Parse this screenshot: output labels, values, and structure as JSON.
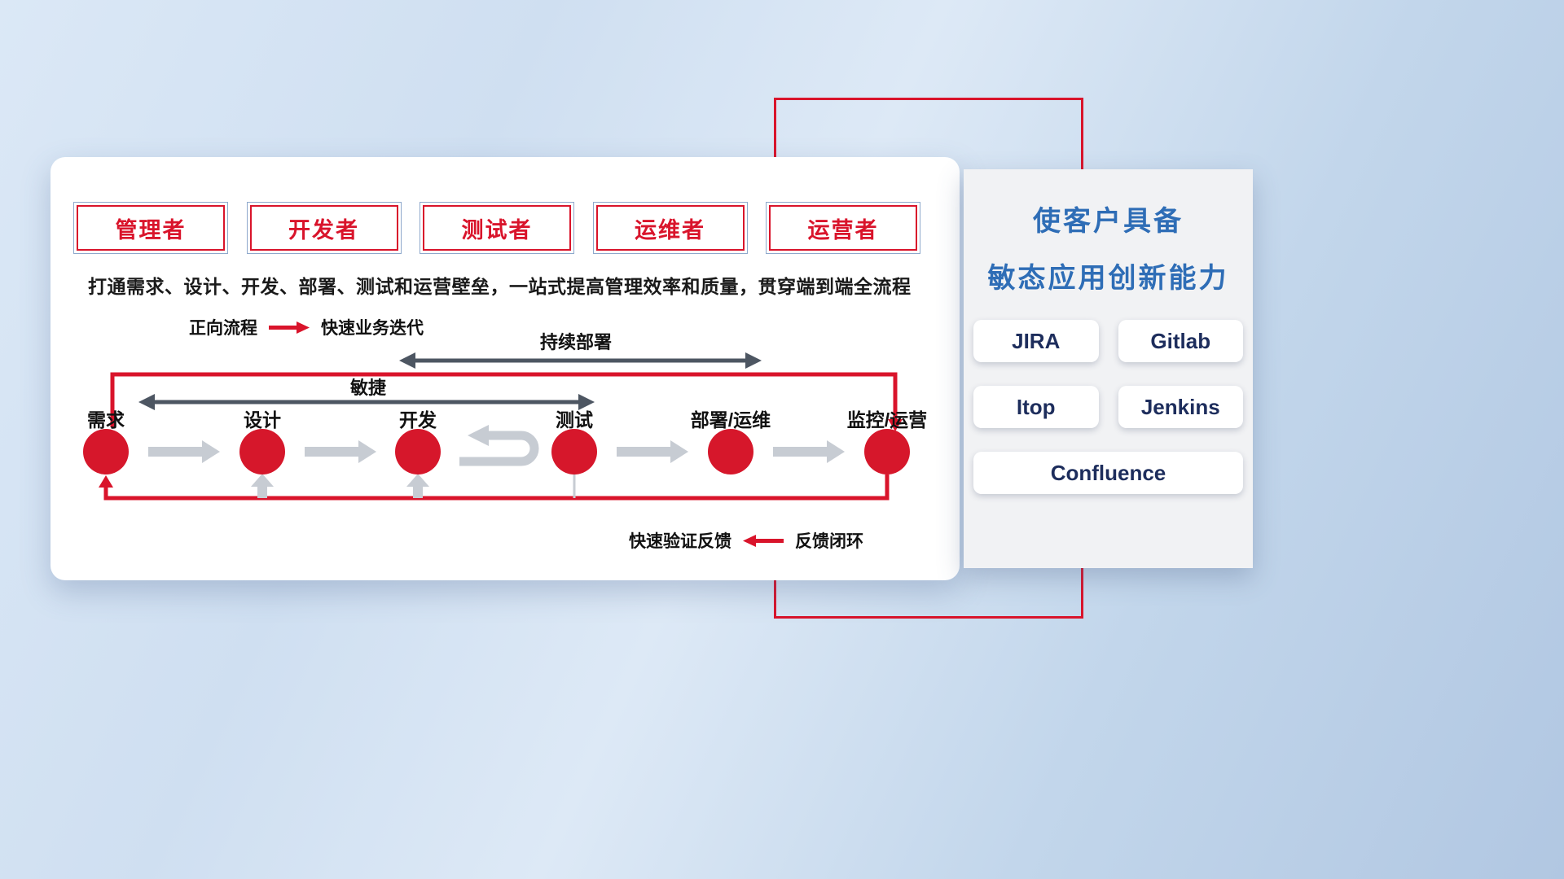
{
  "roles": [
    {
      "label": "管理者"
    },
    {
      "label": "开发者"
    },
    {
      "label": "测试者"
    },
    {
      "label": "运维者"
    },
    {
      "label": "运营者"
    }
  ],
  "description": "打通需求、设计、开发、部署、测试和运营壁垒，一站式提高管理效率和质量，贯穿端到端全流程",
  "legend_forward": {
    "label": "正向流程",
    "value": "快速业务迭代"
  },
  "legend_feedback": {
    "label": "快速验证反馈",
    "value": "反馈闭环"
  },
  "flow": {
    "continuous_label": "持续部署",
    "agile_label": "敏捷",
    "nodes": [
      {
        "label": "需求"
      },
      {
        "label": "设计"
      },
      {
        "label": "开发"
      },
      {
        "label": "测试"
      },
      {
        "label": "部署/运维"
      },
      {
        "label": "监控/运营"
      }
    ]
  },
  "side_panel": {
    "title_line1": "使客户具备",
    "title_line2": "敏态应用创新能力",
    "tools": [
      {
        "name": "JIRA"
      },
      {
        "name": "Gitlab"
      },
      {
        "name": "Itop"
      },
      {
        "name": "Jenkins"
      },
      {
        "name": "Confluence"
      }
    ]
  },
  "colors": {
    "red": "#d9142b",
    "title_blue": "#2e6db6",
    "tool_navy": "#1d2d5c",
    "arrow_gray": "#c7ccd3",
    "dark_arrow": "#4d5662"
  }
}
